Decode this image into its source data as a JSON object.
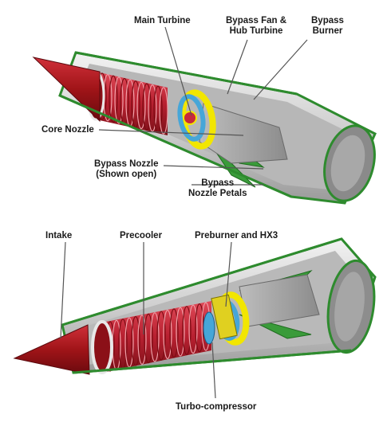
{
  "top_engine": {
    "labels": {
      "main_turbine": "Main Turbine",
      "bypass_fan_line1": "Bypass Fan &",
      "bypass_fan_line2": "Hub Turbine",
      "bypass_burner_line1": "Bypass",
      "bypass_burner_line2": "Burner",
      "core_nozzle": "Core Nozzle",
      "bypass_nozzle_line1": "Bypass Nozzle",
      "bypass_nozzle_line2": "(Shown open)",
      "petals_line1": "Bypass",
      "petals_line2": "Nozzle Petals"
    }
  },
  "bottom_engine": {
    "labels": {
      "intake": "Intake",
      "precooler": "Precooler",
      "preburner": "Preburner and HX3",
      "turbo_compressor": "Turbo-compressor"
    }
  },
  "colors": {
    "spike_red": "#b01820",
    "precooler_red": "#c8283a",
    "casing_grey": "#d2d2d2",
    "nacelle_green": "#2e8b2e",
    "turbine_yellow": "#f2e600",
    "turbine_blue": "#46a6d8"
  }
}
